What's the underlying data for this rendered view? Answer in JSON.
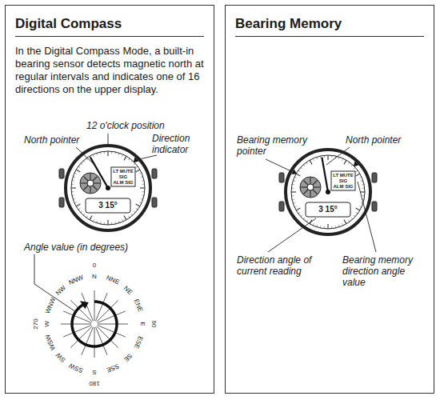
{
  "diagram": {
    "nodes": [
      {
        "text": [
          "Digital Compass",
          "In the Digital Compass Mode, a built-in bearing sensor detects magnetic north at regular intervals and indicates one of 16 directions on the upper display."
        ]
      },
      {
        "text": [
          "Bearing Memory"
        ]
      }
    ],
    "labels": [
      "12 o'clock position",
      "North pointer",
      "Direction indicator",
      "LT MUTE",
      "SIG",
      "ALM SIG",
      "3 15°",
      "Angle value (in degrees)",
      "N",
      "NNE",
      "NE",
      "ENE",
      "E",
      "ESE",
      "SE",
      "SSE",
      "S",
      "SSW",
      "SW",
      "WSW",
      "W",
      "WNW",
      "NW",
      "NNW",
      "0",
      "90",
      "180",
      "270",
      "Bearing memory pointer",
      "North pointer",
      "LT MUTE",
      "SIG",
      "ALM SIG",
      "3 15°",
      "Direction angle of current reading",
      "Bearing memory direction angle value"
    ]
  }
}
